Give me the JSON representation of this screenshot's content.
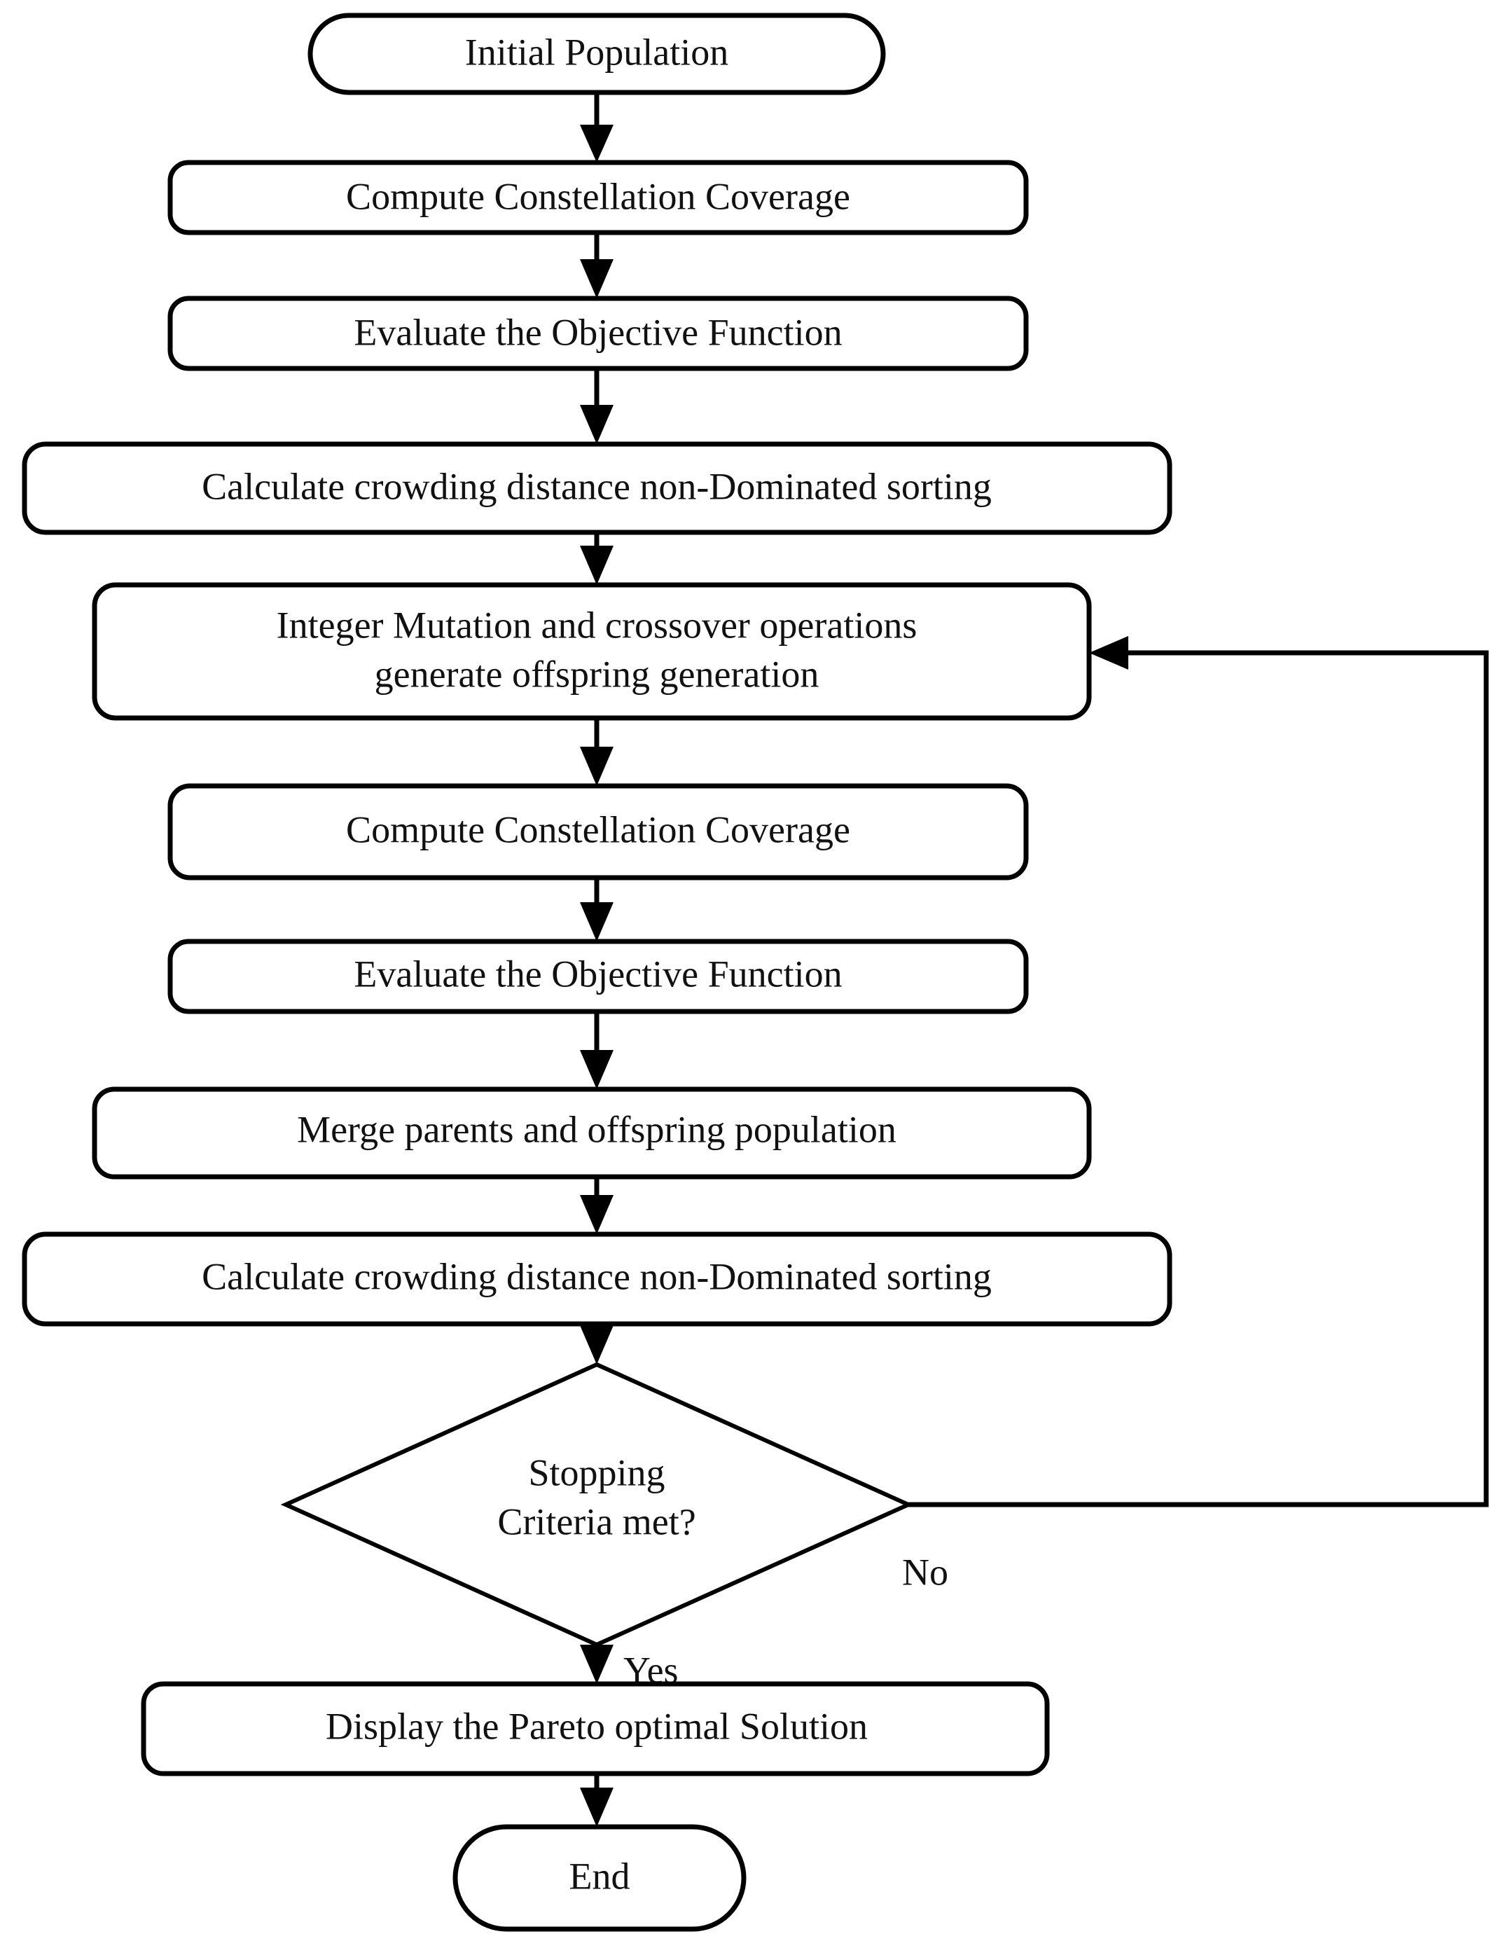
{
  "diagram": {
    "title": "NSGA-II constellation optimization flowchart",
    "background_color": "#ffffff",
    "line_color": "#000000",
    "text_color": "#111111"
  },
  "nodes": {
    "start": {
      "label": "Initial Population",
      "shape": "stadium"
    },
    "compute_coverage_1": {
      "label": "Compute Constellation Coverage",
      "shape": "rounded-rect"
    },
    "evaluate_objective_1": {
      "label": "Evaluate the Objective Function",
      "shape": "rounded-rect"
    },
    "crowding_sort_1": {
      "label": "Calculate crowding distance non-Dominated sorting",
      "shape": "rounded-rect"
    },
    "mutation_crossover": {
      "line1": "Integer Mutation and crossover operations",
      "line2": "generate offspring generation",
      "shape": "rounded-rect"
    },
    "compute_coverage_2": {
      "label": "Compute Constellation Coverage",
      "shape": "rounded-rect"
    },
    "evaluate_objective_2": {
      "label": "Evaluate the Objective Function",
      "shape": "rounded-rect"
    },
    "merge_population": {
      "label": "Merge parents and offspring population",
      "shape": "rounded-rect"
    },
    "crowding_sort_2": {
      "label": "Calculate crowding distance non-Dominated sorting",
      "shape": "rounded-rect"
    },
    "decision": {
      "line1": "Stopping",
      "line2": "Criteria met?",
      "shape": "diamond"
    },
    "display_pareto": {
      "label": "Display the Pareto optimal Solution",
      "shape": "rounded-rect"
    },
    "end": {
      "label": "End",
      "shape": "stadium"
    }
  },
  "edge_labels": {
    "yes": "Yes",
    "no": "No"
  }
}
